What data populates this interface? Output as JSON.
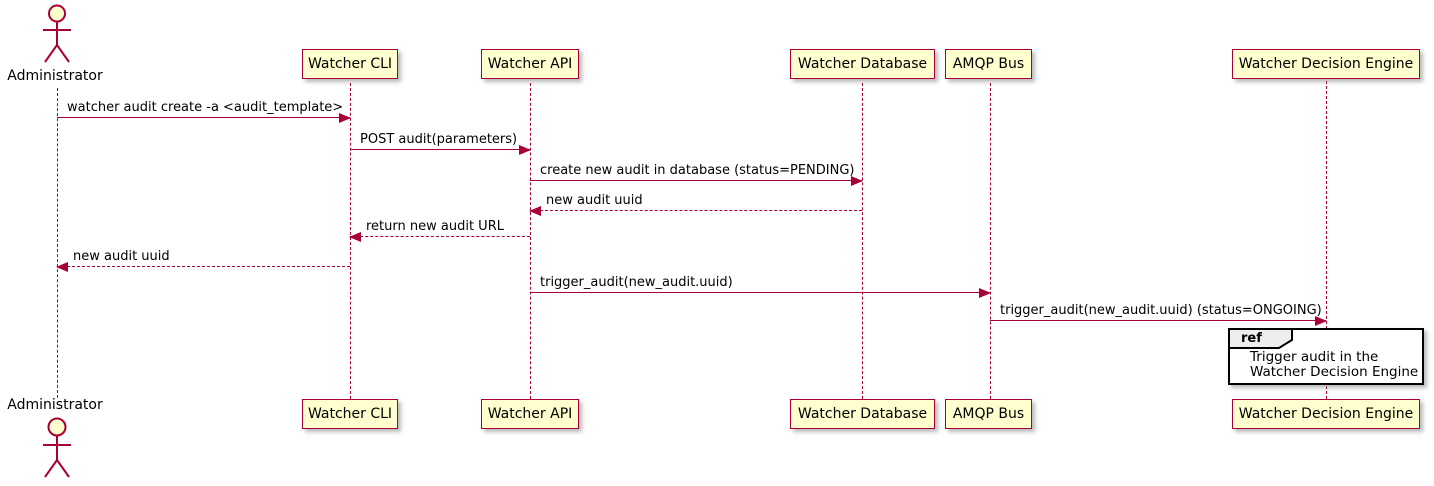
{
  "diagram": {
    "kind": "plantuml-sequence-diagram",
    "actor": {
      "label": "Administrator"
    },
    "participants": [
      {
        "label": "Watcher CLI"
      },
      {
        "label": "Watcher API"
      },
      {
        "label": "Watcher Database"
      },
      {
        "label": "AMQP Bus"
      },
      {
        "label": "Watcher Decision Engine"
      }
    ],
    "messages": [
      {
        "from": "Administrator",
        "to": "Watcher CLI",
        "style": "solid",
        "label": "watcher audit create -a <audit_template>"
      },
      {
        "from": "Watcher CLI",
        "to": "Watcher API",
        "style": "solid",
        "label": "POST audit(parameters)"
      },
      {
        "from": "Watcher API",
        "to": "Watcher Database",
        "style": "solid",
        "label": "create new audit in database (status=PENDING)"
      },
      {
        "from": "Watcher Database",
        "to": "Watcher API",
        "style": "dashed",
        "label": "new audit uuid"
      },
      {
        "from": "Watcher API",
        "to": "Watcher CLI",
        "style": "dashed",
        "label": "return new audit URL"
      },
      {
        "from": "Watcher CLI",
        "to": "Administrator",
        "style": "dashed",
        "label": "new audit uuid"
      },
      {
        "from": "Watcher API",
        "to": "AMQP Bus",
        "style": "solid",
        "label": "trigger_audit(new_audit.uuid)"
      },
      {
        "from": "AMQP Bus",
        "to": "Watcher Decision Engine",
        "style": "solid",
        "label": "trigger_audit(new_audit.uuid) (status=ONGOING)"
      }
    ],
    "ref": {
      "keyword": "ref",
      "line1": "Trigger audit in the",
      "line2": "Watcher Decision Engine"
    },
    "colors": {
      "participant_fill": "#FEFECE",
      "participant_border": "#A80036",
      "line": "#A80036",
      "text": "#000000",
      "ref_border": "#000000",
      "ref_header_fill": "#EEEEEE",
      "background": "#FFFFFF"
    }
  }
}
